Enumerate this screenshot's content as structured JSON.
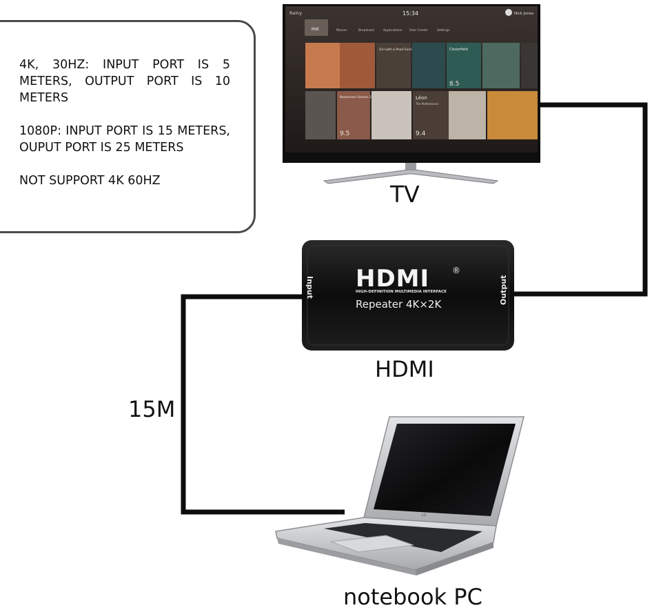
{
  "notes": {
    "line1": "4K, 30HZ: INPUT PORT IS 5 METERS, OUTPUT PORT IS 10 METERS",
    "line2": "1080P: INPUT PORT IS 15 METERS, OUPUT PORT IS 25 METERS",
    "line3": "NOT SUPPORT 4K 60HZ"
  },
  "labels": {
    "tv": "TV",
    "hdmi": "HDMI",
    "cable_length": "15M",
    "pc": "notebook PC"
  },
  "tv_screen": {
    "brand": "Rainy",
    "time": "15:34",
    "user": "Nick Jones",
    "menu": [
      "Hot",
      "Movies",
      "Broadcast",
      "Applications",
      "User Center",
      "Settings"
    ],
    "tiles": [
      {
        "title": "Girl with a Pearl Earring"
      },
      {
        "title": "Cloverfield",
        "rating": "8.5"
      },
      {
        "title": "Newsroom Season 2",
        "rating": "9.5"
      },
      {
        "title": "Léon",
        "subtitle": "The Professional",
        "rating": "9.4"
      }
    ]
  },
  "repeater": {
    "logo": "HDMI",
    "registered": "®",
    "tagline": "HIGH-DEFINITION MULTIMEDIA INTERFACE",
    "model": "Repeater  4K×2K",
    "port_in": "Input",
    "port_out": "Output"
  },
  "laptop": {
    "logo": "LG"
  },
  "colors": {
    "cable": "#0d0d0d",
    "note_border": "#4a4a4a",
    "device_body": "#151515",
    "laptop_silver": "#c9cacc",
    "tv_ui_bg": "#2b2522"
  }
}
